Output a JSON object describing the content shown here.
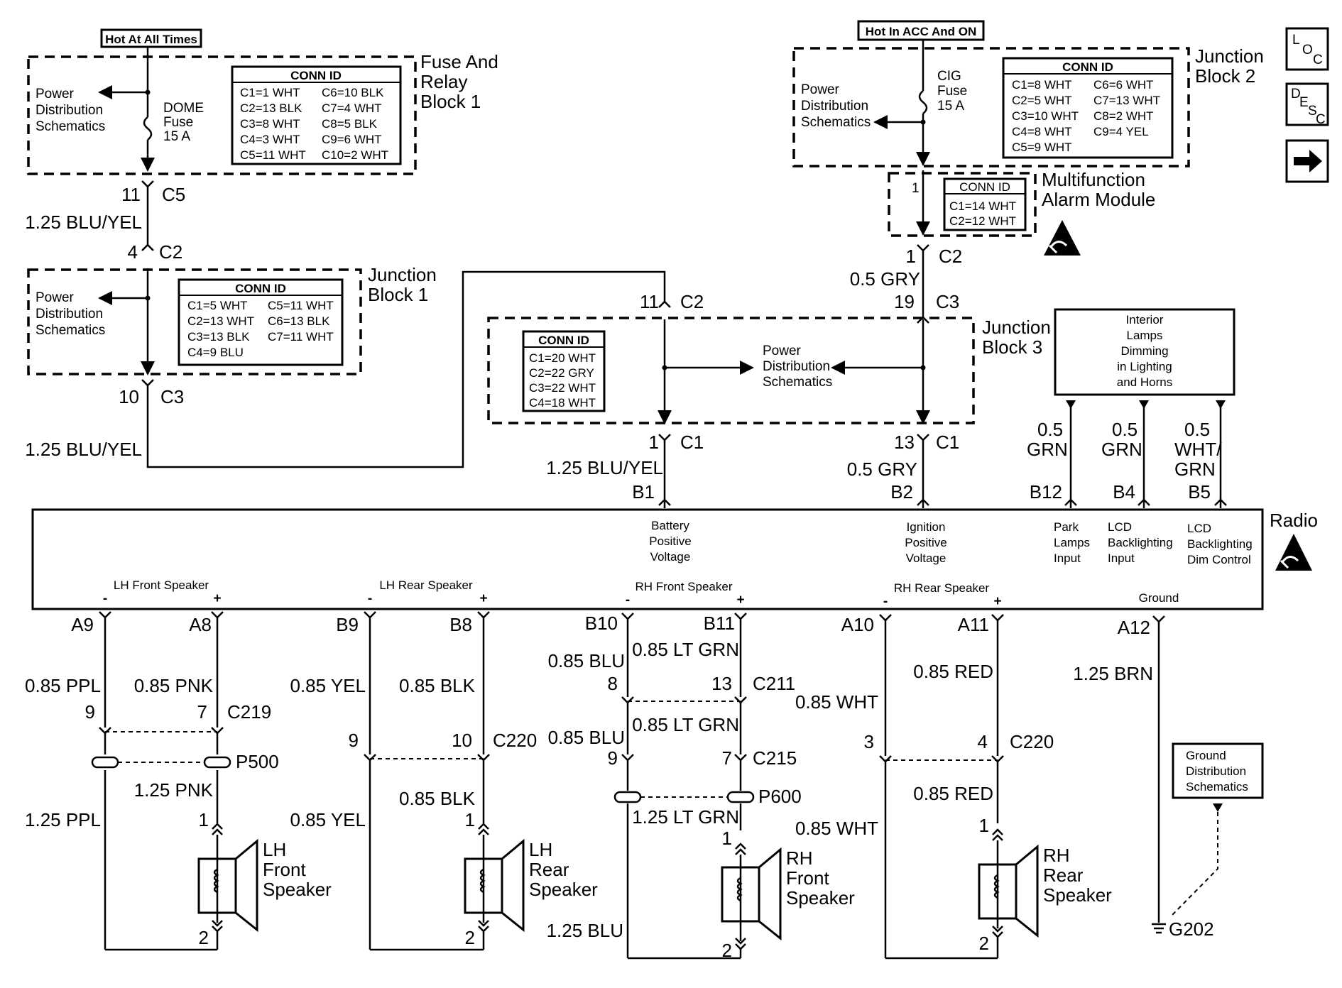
{
  "header": {
    "hot_all_times": "Hot At All Times",
    "hot_acc_on": "Hot In ACC And ON"
  },
  "fuse_relay_block": {
    "title": [
      "Fuse And",
      "Relay",
      "Block 1"
    ],
    "pds": [
      "Power",
      "Distribution",
      "Schematics"
    ],
    "fuse": [
      "DOME",
      "Fuse",
      "15 A"
    ],
    "conn_title": "CONN ID",
    "conn": [
      [
        "C1=1 WHT",
        "C6=10 BLK"
      ],
      [
        "C2=13 BLK",
        "C7=4 WHT"
      ],
      [
        "C3=8 WHT",
        "C8=5 BLK"
      ],
      [
        "C4=3 WHT",
        "C9=6 WHT"
      ],
      [
        "C5=11 WHT",
        "C10=2 WHT"
      ]
    ]
  },
  "junction_block_1": {
    "title": [
      "Junction",
      "Block  1"
    ],
    "pds": [
      "Power",
      "Distribution",
      "Schematics"
    ],
    "conn_title": "CONN ID",
    "conn": [
      [
        "C1=5 WHT",
        "C5=11 WHT"
      ],
      [
        "C2=13 WHT",
        "C6=13 BLK"
      ],
      [
        "C3=13 BLK",
        "C7=11 WHT"
      ],
      [
        "C4=9 BLU",
        ""
      ]
    ]
  },
  "junction_block_2": {
    "title": [
      "Junction",
      "Block 2"
    ],
    "pds": [
      "Power",
      "Distribution",
      "Schematics"
    ],
    "fuse": [
      "CIG",
      "Fuse",
      "15 A"
    ],
    "conn_title": "CONN ID",
    "conn": [
      [
        "C1=8 WHT",
        "C6=6 WHT"
      ],
      [
        "C2=5 WHT",
        "C7=13 WHT"
      ],
      [
        "C3=10 WHT",
        "C8=2 WHT"
      ],
      [
        "C4=8 WHT",
        "C9=4 YEL"
      ],
      [
        "C5=9 WHT",
        ""
      ]
    ]
  },
  "alarm_module": {
    "title": [
      "Multifunction",
      "Alarm Module"
    ],
    "pin": "1",
    "conn_title": "CONN ID",
    "conn": [
      "C1=14 WHT",
      "C2=12 WHT"
    ]
  },
  "junction_block_3": {
    "title": [
      "Junction",
      "Block  3"
    ],
    "pds": [
      "Power",
      "Distribution",
      "Schematics"
    ],
    "conn_title": "CONN ID",
    "conn": [
      "C1=20 WHT",
      "C2=22 GRY",
      "C3=22 WHT",
      "C4=18 WHT"
    ]
  },
  "interior_lamps": [
    "Interior",
    "Lamps",
    "Dimming",
    "in Lighting",
    "and Horns"
  ],
  "wires_top": {
    "c5_pin": "11",
    "c5": "C5",
    "bluyel_1": "1.25 BLU/YEL",
    "c2_pin": "4",
    "c2": "C2",
    "c3_pin": "10",
    "c3": "C3",
    "bluyel_2": "1.25 BLU/YEL",
    "jb3_c2_pin": "11",
    "jb3_c2": "C2",
    "jb3_c1_pin": "1",
    "jb3_c1": "C1",
    "bluyel_3": "1.25 BLU/YEL",
    "b1": "B1",
    "am_c2_pin": "1",
    "am_c2": "C2",
    "gry_1": "0.5 GRY",
    "jb3_c3_pin": "19",
    "jb3_c3": "C3",
    "jb3_c1b_pin": "13",
    "jb3_c1b": "C1",
    "gry_2": "0.5 GRY",
    "b2": "B2",
    "grn_1": [
      "0.5",
      "GRN"
    ],
    "b12": "B12",
    "grn_2": [
      "0.5",
      "GRN"
    ],
    "b4": "B4",
    "whtgrn": [
      "0.5",
      "WHT/",
      "GRN"
    ],
    "b5": "B5"
  },
  "radio": {
    "title": "Radio",
    "battery": [
      "Battery",
      "Positive",
      "Voltage"
    ],
    "ignition": [
      "Ignition",
      "Positive",
      "Voltage"
    ],
    "park": [
      "Park",
      "Lamps",
      "Input"
    ],
    "lcd_input": [
      "LCD",
      "Backlighting",
      "Input"
    ],
    "lcd_dim": [
      "LCD",
      "Backlighting",
      "Dim Control"
    ],
    "ground": "Ground",
    "speakers": [
      "LH Front Speaker",
      "LH Rear Speaker",
      "RH Front Speaker",
      "RH Rear Speaker"
    ],
    "minus": "-",
    "plus": "+"
  },
  "lh_front": {
    "a9": "A9",
    "a8": "A8",
    "ppl": "0.85 PPL",
    "pnk": "0.85 PNK",
    "pin9": "9",
    "pin7": "7",
    "c219": "C219",
    "p500": "P500",
    "pnk125": "1.25 PNK",
    "ppl125": "1.25 PPL",
    "pin1": "1",
    "pin2": "2",
    "label": [
      "LH",
      "Front",
      "Speaker"
    ]
  },
  "lh_rear": {
    "b9": "B9",
    "b8": "B8",
    "yel": "0.85 YEL",
    "blk": "0.85 BLK",
    "pin9": "9",
    "pin10": "10",
    "c220": "C220",
    "blk2": "0.85 BLK",
    "yel2": "0.85 YEL",
    "pin1": "1",
    "pin2": "2",
    "label": [
      "LH",
      "Rear",
      "Speaker"
    ]
  },
  "rh_front": {
    "b10": "B10",
    "b11": "B11",
    "ltgrn1": "0.85 LT GRN",
    "blu1": "0.85 BLU",
    "pin8": "8",
    "pin13": "13",
    "c211": "C211",
    "ltgrn2": "0.85 LT GRN",
    "blu2": "0.85 BLU",
    "pin9": "9",
    "pin7": "7",
    "c215": "C215",
    "p600": "P600",
    "ltgrn125": "1.25 LT GRN",
    "blu125": "1.25 BLU",
    "pin1": "1",
    "pin2": "2",
    "label": [
      "RH",
      "Front",
      "Speaker"
    ]
  },
  "rh_rear": {
    "a10": "A10",
    "a11": "A11",
    "wht1": "0.85 WHT",
    "red1": "0.85 RED",
    "pin3": "3",
    "pin4": "4",
    "c220": "C220",
    "red2": "0.85 RED",
    "wht2": "0.85 WHT",
    "pin1": "1",
    "pin2": "2",
    "label": [
      "RH",
      "Rear",
      "Speaker"
    ]
  },
  "ground": {
    "a12": "A12",
    "brn": "1.25 BRN",
    "gds": [
      "Ground",
      "Distribution",
      "Schematics"
    ],
    "g202": "G202"
  },
  "side_icons": {
    "loc": [
      "L",
      "O",
      "C"
    ],
    "desc": [
      "D",
      "E",
      "S",
      "C"
    ]
  }
}
